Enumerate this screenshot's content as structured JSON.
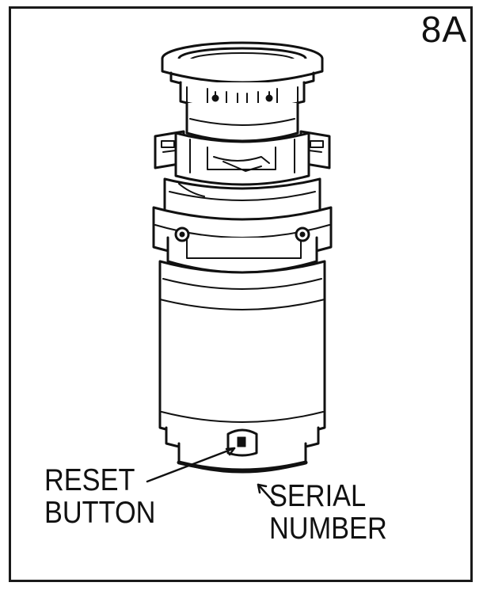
{
  "figure": {
    "label": "8A"
  },
  "callouts": {
    "reset": {
      "line1": "RESET",
      "line2": "BUTTON"
    },
    "serial": {
      "line1": "SERIAL",
      "line2": "NUMBER"
    }
  },
  "colors": {
    "ink": "#111111",
    "paper": "#ffffff"
  }
}
